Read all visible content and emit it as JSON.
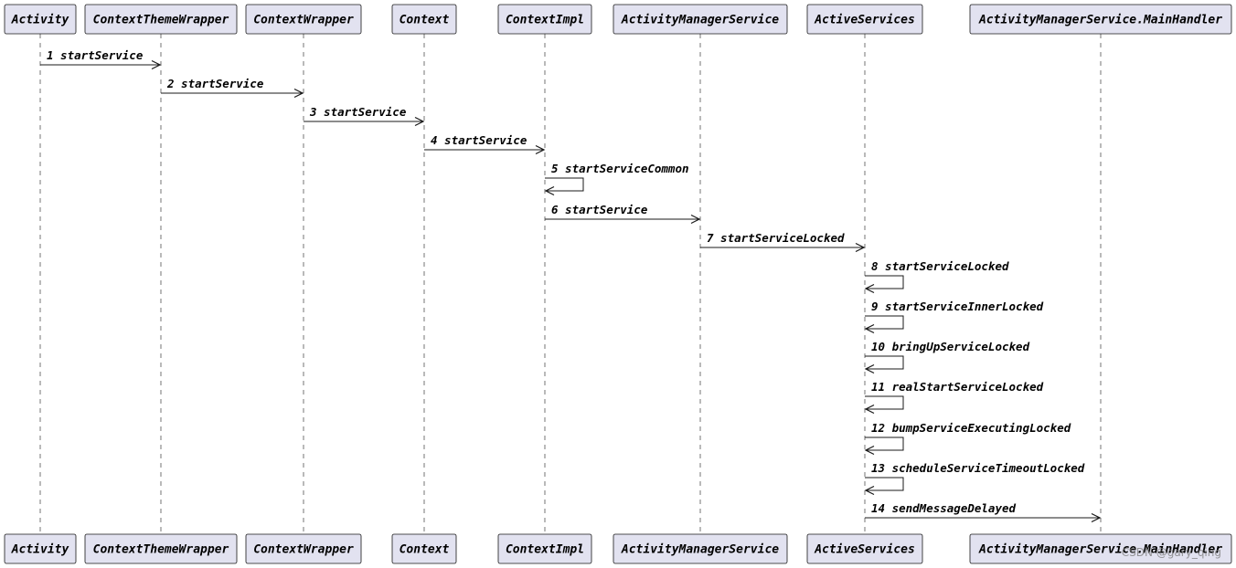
{
  "participants": [
    "Activity",
    "ContextThemeWrapper",
    "ContextWrapper",
    "Context",
    "ContextImpl",
    "ActivityManagerService",
    "ActiveServices",
    "ActivityManagerService.MainHandler"
  ],
  "messages": [
    {
      "num": "1",
      "label": "startService",
      "from": 0,
      "to": 1
    },
    {
      "num": "2",
      "label": "startService",
      "from": 1,
      "to": 2
    },
    {
      "num": "3",
      "label": "startService",
      "from": 2,
      "to": 3
    },
    {
      "num": "4",
      "label": "startService",
      "from": 3,
      "to": 4
    },
    {
      "num": "5",
      "label": "startServiceCommon",
      "from": 4,
      "to": 4
    },
    {
      "num": "6",
      "label": "startService",
      "from": 4,
      "to": 5
    },
    {
      "num": "7",
      "label": "startServiceLocked",
      "from": 5,
      "to": 6
    },
    {
      "num": "8",
      "label": "startServiceLocked",
      "from": 6,
      "to": 6
    },
    {
      "num": "9",
      "label": "startServiceInnerLocked",
      "from": 6,
      "to": 6
    },
    {
      "num": "10",
      "label": "bringUpServiceLocked",
      "from": 6,
      "to": 6
    },
    {
      "num": "11",
      "label": "realStartServiceLocked",
      "from": 6,
      "to": 6
    },
    {
      "num": "12",
      "label": "bumpServiceExecutingLocked",
      "from": 6,
      "to": 6
    },
    {
      "num": "13",
      "label": "scheduleServiceTimeoutLocked",
      "from": 6,
      "to": 6
    },
    {
      "num": "14",
      "label": "sendMessageDelayed",
      "from": 6,
      "to": 7
    }
  ],
  "watermark": "CSDN @gary_qing"
}
